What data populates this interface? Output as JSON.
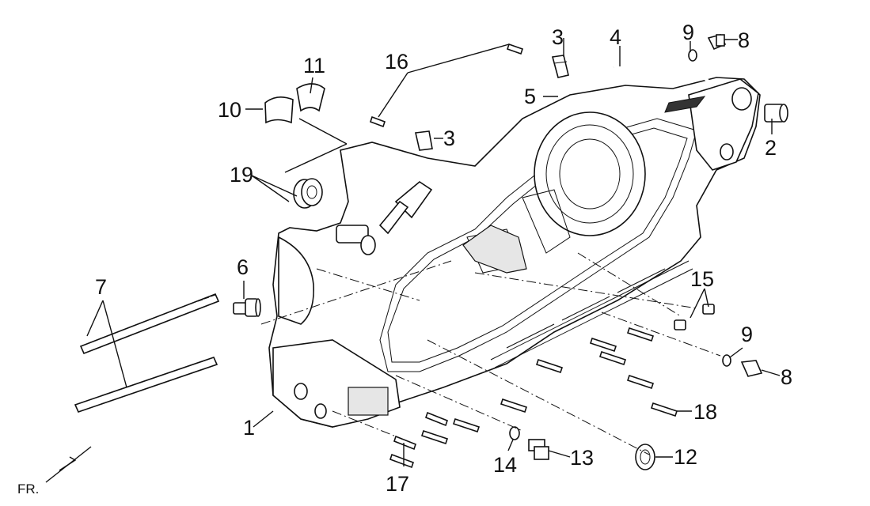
{
  "diagram": {
    "callouts": [
      "1",
      "2",
      "3",
      "3",
      "4",
      "5",
      "6",
      "7",
      "8",
      "8",
      "9",
      "9",
      "10",
      "11",
      "12",
      "13",
      "14",
      "15",
      "16",
      "17",
      "18",
      "19"
    ],
    "front_marker": "FR."
  }
}
